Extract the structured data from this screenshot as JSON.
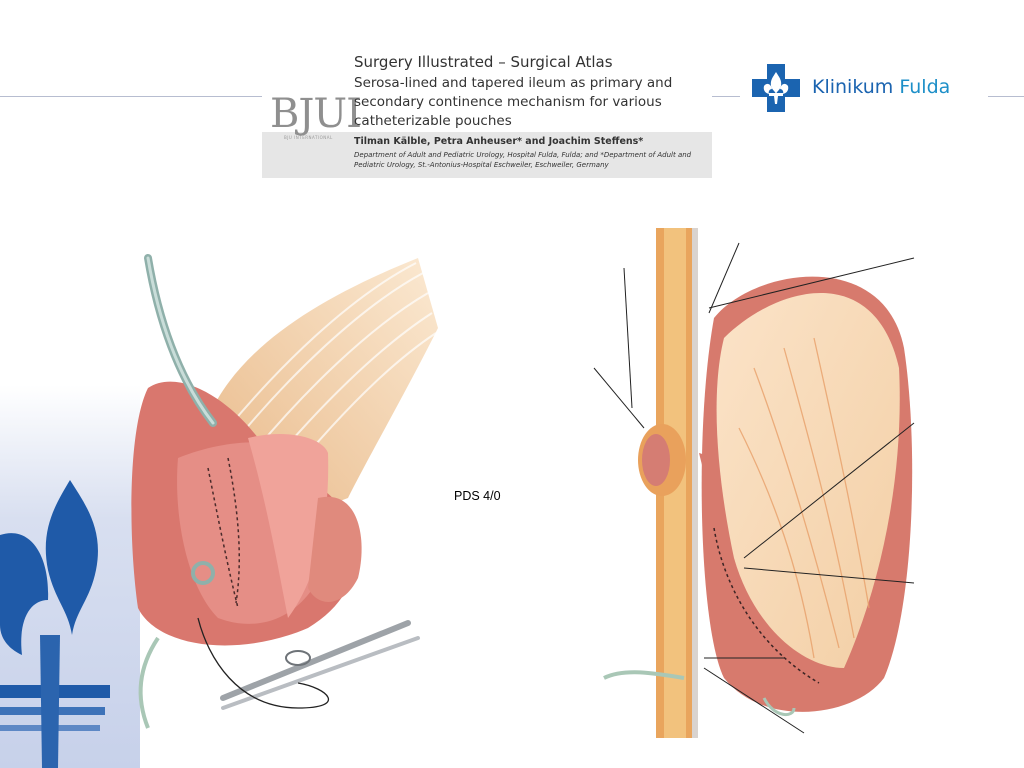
{
  "header": {
    "journal_logo": "BJUI",
    "journal_logo_sub": "BJU INTERNATIONAL",
    "title": "Surgery Illustrated – Surgical Atlas",
    "subtitle": "Serosa-lined and tapered ileum as primary and secondary continence mechanism for various catheterizable pouches",
    "authors": "Tilman Kälble, Petra Anheuser* and Joachim Steffens*",
    "affiliation": "Department of Adult and Pediatric Urology, Hospital Fulda, Fulda; and *Department of Adult and Pediatric Urology, St.-Antonius-Hospital Eschweiler, Eschweiler, Germany"
  },
  "hospital_logo": {
    "name_part1": "Klinikum",
    "name_part2": "Fulda",
    "icon": "cross-fleur-de-lis-icon",
    "color": "#1b64b0"
  },
  "figure_left": {
    "icon": "surgical-illustration-pouch-icon"
  },
  "figure_right": {
    "icon": "surgical-illustration-stoma-icon"
  },
  "annotation": {
    "label": "PDS 4/0"
  },
  "colors": {
    "accent": "#1b64b0",
    "tissue": "#d9776e",
    "mesentery": "#f0caa3"
  }
}
